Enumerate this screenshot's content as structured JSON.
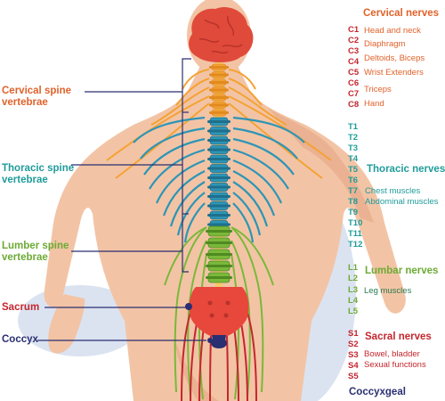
{
  "colors": {
    "cervical": "#e0622b",
    "thoracic": "#1f9c9a",
    "lumbar": "#6cab34",
    "sacral": "#c4262e",
    "coccyx": "#2a2f72",
    "body": "#f2c4a5",
    "bodyShade": "#eab292",
    "brain": "#e04a3a",
    "background": "#dbe3f1",
    "vertCervical": "#f4a233",
    "vertThoracic": "#2d95b6",
    "vertLumbar": "#7ab83a"
  },
  "left_labels": {
    "cervical": [
      "Cervical spine",
      "vertebrae"
    ],
    "thoracic": [
      "Thoracic spine",
      "vertebrae"
    ],
    "lumber": [
      "Lumber spine",
      "vertebrae"
    ],
    "sacrum": "Sacrum",
    "coccyx": "Coccyx"
  },
  "groups": {
    "cervical": {
      "title": "Cervical nerves",
      "codes": [
        "C1",
        "C2",
        "C3",
        "C4",
        "C5",
        "C6",
        "C7",
        "C8"
      ],
      "descriptions": [
        "Head and neck",
        "Diaphragm",
        "Deltoids, Biceps",
        "Wrist Extenders",
        "Triceps",
        "Hand"
      ]
    },
    "thoracic": {
      "title": "Thoracic nerves",
      "codes": [
        "T1",
        "T2",
        "T3",
        "T4",
        "T5",
        "T6",
        "T7",
        "T8",
        "T9",
        "T10",
        "T11",
        "T12"
      ],
      "descriptions": [
        "Chest muscles",
        "Abdominal muscles"
      ]
    },
    "lumbar": {
      "title": "Lumbar nerves",
      "codes": [
        "L1",
        "L2",
        "L3",
        "L4",
        "L5"
      ],
      "descriptions": [
        "Leg muscles"
      ]
    },
    "sacral": {
      "title": "Sacral nerves",
      "codes": [
        "S1",
        "S2",
        "S3",
        "S4",
        "S5"
      ],
      "descriptions": [
        "Bowel, bladder",
        "Sexual functions"
      ]
    },
    "coccygeal": {
      "title": "Coccyxgeal"
    }
  }
}
